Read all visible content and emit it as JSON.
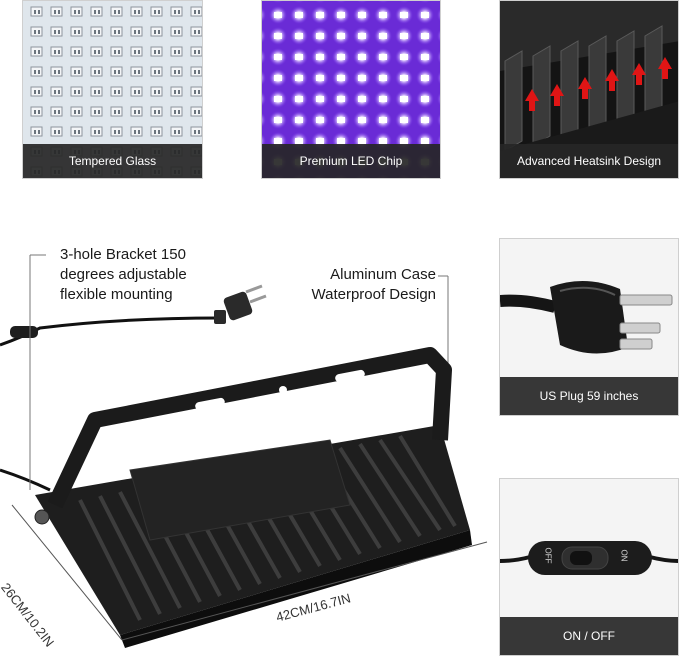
{
  "top_tiles": [
    {
      "caption": "Tempered Glass"
    },
    {
      "caption": "Premium LED Chip"
    },
    {
      "caption": "Advanced Heatsink Design"
    }
  ],
  "callouts": {
    "bracket_line1": "3-hole Bracket 150",
    "bracket_line2": "degrees adjustable",
    "bracket_line3": "flexible mounting",
    "case_line1": "Aluminum Case",
    "case_line2": "Waterproof Design"
  },
  "dimensions": {
    "depth": "26CM/10.2IN",
    "width": "42CM/16.7IN"
  },
  "side_tiles": [
    {
      "caption": "US Plug 59 inches"
    },
    {
      "caption": "ON / OFF"
    }
  ],
  "switch_labels": {
    "off": "OFF",
    "on": "ON"
  },
  "colors": {
    "uv_purple": "#6a2bd6",
    "caption_bg": "#262626",
    "arrow_red": "#e01515"
  }
}
